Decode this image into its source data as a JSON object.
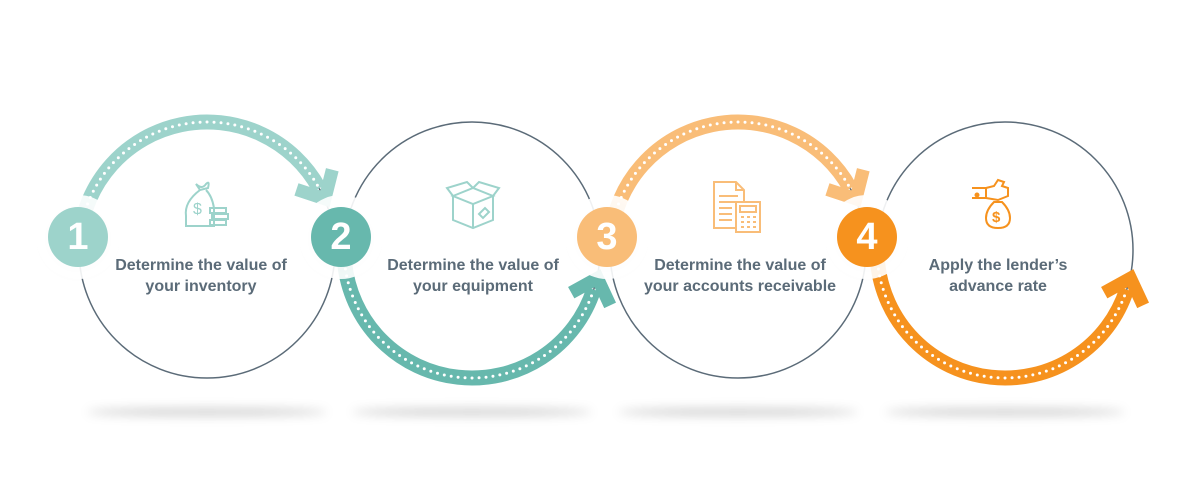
{
  "steps": [
    {
      "number": "1",
      "label": "Determine the value of your inventory",
      "icon": "money-bag-coins-icon",
      "color": "#9dd3cb"
    },
    {
      "number": "2",
      "label": "Determine the value of your equipment",
      "icon": "box-tag-icon",
      "color": "#67b8ad"
    },
    {
      "number": "3",
      "label": "Determine the value of your accounts receivable",
      "icon": "document-calculator-icon",
      "color": "#f9bd78"
    },
    {
      "number": "4",
      "label": "Apply the lender’s advance rate",
      "icon": "hand-money-bag-icon",
      "color": "#f6921e"
    }
  ],
  "outline_color": "#5b6b78"
}
